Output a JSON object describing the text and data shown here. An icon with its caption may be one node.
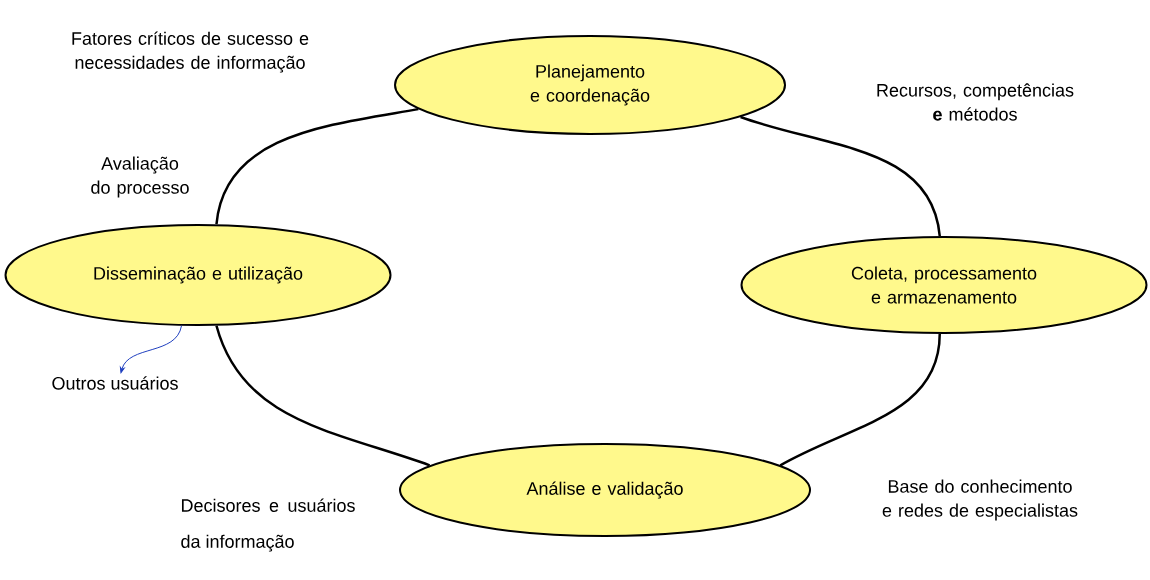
{
  "diagram": {
    "nodes": [
      {
        "text": [
          "Planejamento e coordenação"
        ]
      },
      {
        "text": [
          "Disseminação e utilização"
        ]
      },
      {
        "text": [
          "Coleta, processamento e armazenamento"
        ]
      },
      {
        "text": [
          "Análise e validação"
        ]
      },
      {
        "text": [
          "Outros usuários"
        ]
      }
    ],
    "edges": [
      {
        "from": 0,
        "to": 2,
        "arrow": "none"
      },
      {
        "from": 2,
        "to": 3,
        "arrow": "none"
      },
      {
        "from": 3,
        "to": 1,
        "arrow": "none"
      },
      {
        "from": 1,
        "to": 0,
        "arrow": "none"
      },
      {
        "from": 1,
        "to": 4,
        "arrow": "to",
        "color": "#1f3fbf"
      }
    ],
    "labels": [
      "Fatores críticos de sucesso e necessidades de informação",
      "Recursos, competências **e** métodos",
      "Avaliação do processo",
      "Decisores e usuários da informação",
      "Base do conhecimento e redes de especialistas"
    ]
  }
}
